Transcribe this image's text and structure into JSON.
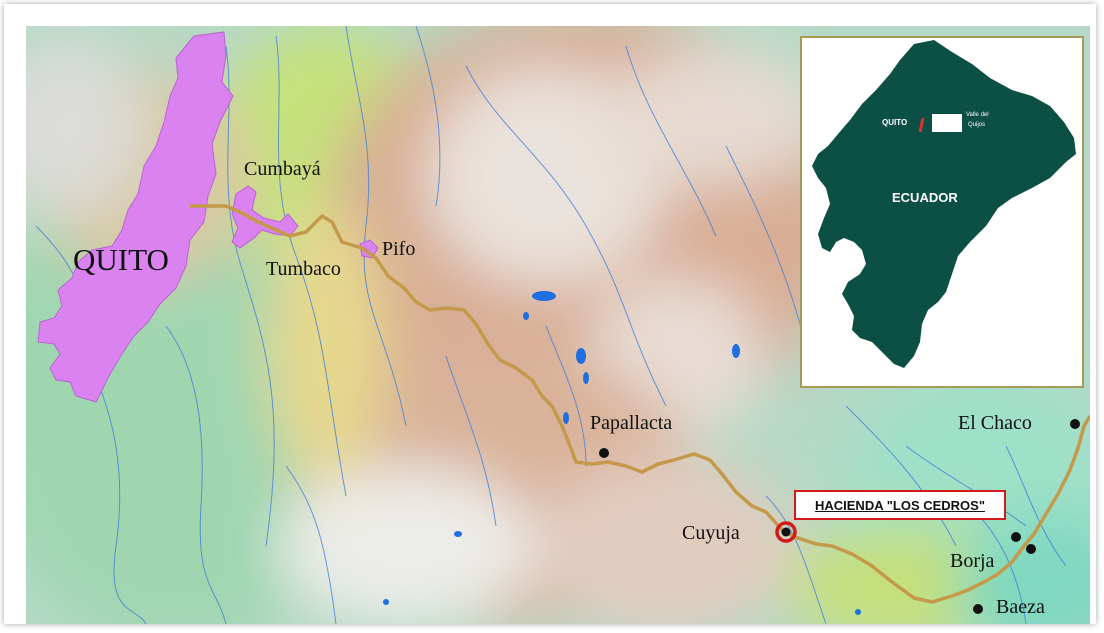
{
  "map": {
    "labels": {
      "quito": "QUITO",
      "cumbaya": "Cumbayá",
      "tumbaco": "Tumbaco",
      "pifo": "Pifo",
      "papallacta": "Papallacta",
      "cuyuja": "Cuyuja",
      "el_chaco": "El Chaco",
      "borja": "Borja",
      "baeza": "Baeza"
    },
    "hacienda_label": "HACIENDA \"LOS CEDROS\"",
    "colors": {
      "urban_area": "#d982f0",
      "road": "#c49a4a",
      "water": "#1f6fe0",
      "highlight": "#d11a1a",
      "lowland": "#a8d8c4",
      "highland": "#d8a88a"
    }
  },
  "inset": {
    "country_label": "ECUADOR",
    "quito_label": "QUITO",
    "valley_label_line1": "Valle del",
    "valley_label_line2": "Quijos",
    "colors": {
      "country_fill": "#0c4f45",
      "frame": "#a79a55"
    }
  }
}
